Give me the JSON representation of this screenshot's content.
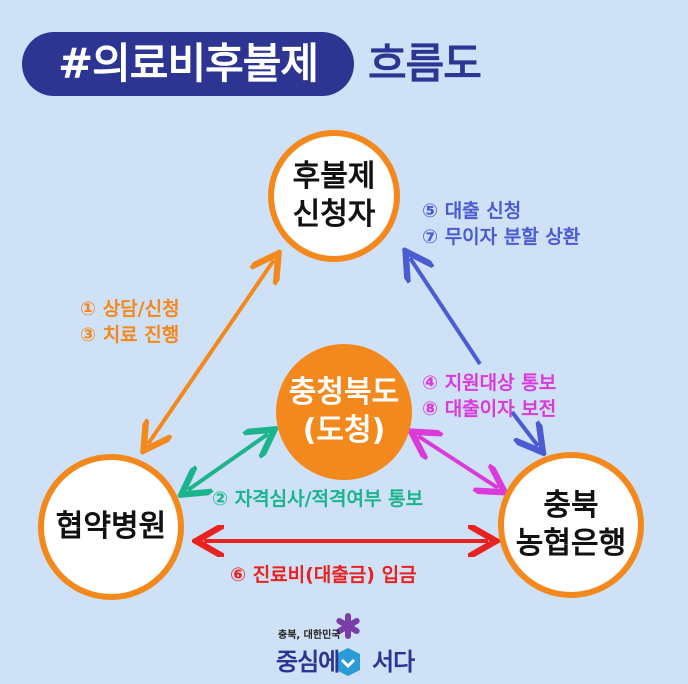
{
  "title": {
    "tag": "#의료비후불제",
    "suffix": "흐름도"
  },
  "nodes": {
    "applicant": {
      "line1": "후불제",
      "line2": "신청자"
    },
    "province": {
      "line1": "충청북도",
      "line2": "(도청)"
    },
    "hospital": {
      "line1": "협약병원"
    },
    "bank": {
      "line1": "충북",
      "line2": "농협은행"
    }
  },
  "labels": {
    "hospital_applicant": [
      "① 상담/신청",
      "③ 치료 진행"
    ],
    "applicant_bank": [
      "⑤ 대출 신청",
      "⑦ 무이자 분할 상환"
    ],
    "province_bank": [
      "④ 지원대상 통보",
      "⑧ 대출이자 보전"
    ],
    "province_hospital": [
      "② 자격심사/적격여부 통보"
    ],
    "bank_hospital": [
      "⑥ 진료비(대출금) 입금"
    ]
  },
  "colors": {
    "navy": "#2c3592",
    "orange": "#f3881d",
    "blue": "#4b5bd1",
    "magenta": "#d93ad9",
    "green": "#1cb48c",
    "red": "#e8221f",
    "purple": "#7a3fa5",
    "background": "#cfe1f6"
  },
  "logo": {
    "tagline": "충북, 대한민국",
    "word1": "중심에",
    "word2": "서다"
  }
}
